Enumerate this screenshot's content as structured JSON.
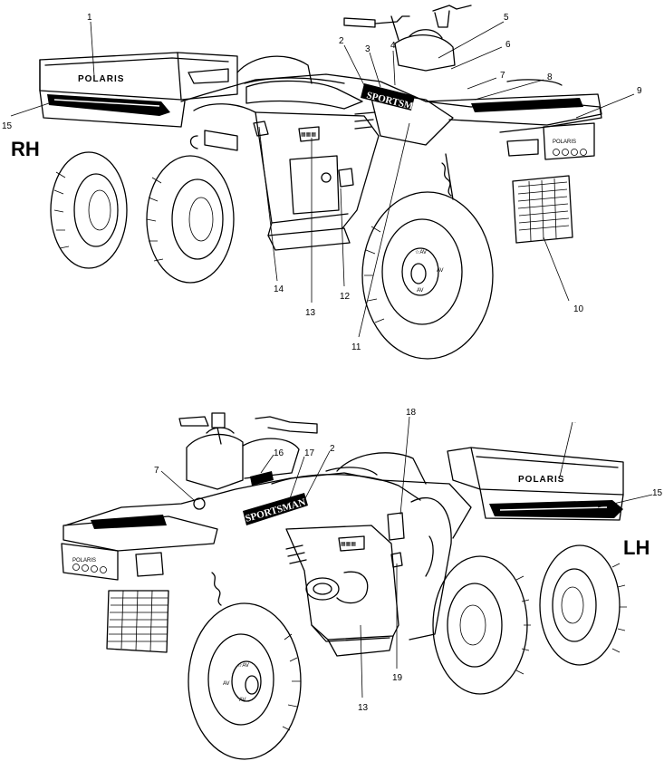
{
  "views": [
    {
      "id": "rh",
      "side_label": "RH",
      "decal_text": {
        "bed_brand": "POLARIS",
        "fender_brand": "SPORTSMAN",
        "rack_brand": "POLARIS"
      },
      "callouts": [
        "1",
        "2",
        "3",
        "4",
        "5",
        "6",
        "7",
        "8",
        "9",
        "10",
        "11",
        "12",
        "13",
        "14",
        "15"
      ]
    },
    {
      "id": "lh",
      "side_label": "LH",
      "decal_text": {
        "bed_brand": "POLARIS",
        "fender_brand": "SPORTSMAN",
        "rack_brand": "POLARIS"
      },
      "callouts": [
        "18",
        "16",
        "17",
        "2",
        "7",
        "15",
        "13",
        "19"
      ]
    }
  ]
}
